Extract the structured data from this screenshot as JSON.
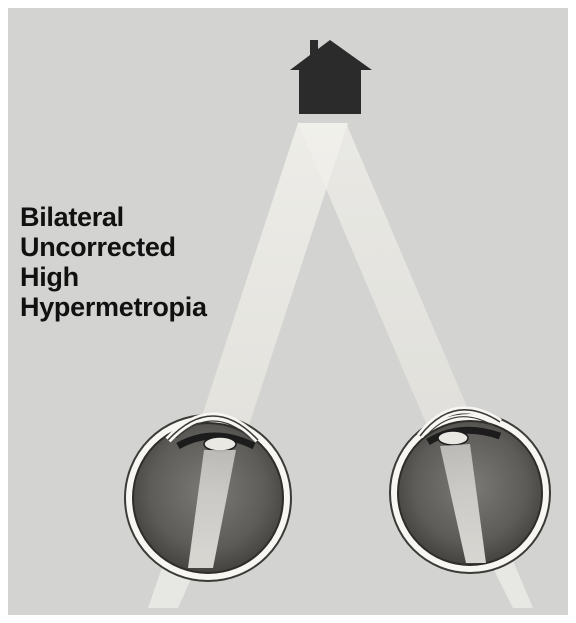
{
  "caption": {
    "line1": "Bilateral",
    "line2": "Uncorrected",
    "line3": "High",
    "line4": "Hypermetropia"
  },
  "colors": {
    "background": "#d3d3d1",
    "house": "#2b2b2b",
    "light_beam": "#ecebe6",
    "eyeball": "#5f5f5c",
    "lens": "#1c1c1c",
    "text": "#111111"
  },
  "icons": [
    "house-icon",
    "left-eye-icon",
    "right-eye-icon"
  ]
}
